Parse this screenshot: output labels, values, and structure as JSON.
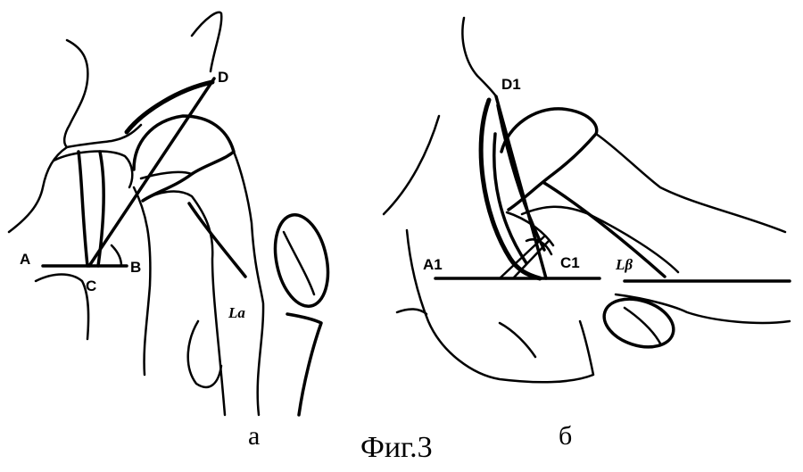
{
  "figure": {
    "caption": "Фиг.3",
    "panel_a": {
      "label": "а",
      "points": {
        "A": "A",
        "B": "B",
        "C": "C",
        "D": "D"
      },
      "line_label": "La"
    },
    "panel_b": {
      "label": "б",
      "points": {
        "A1": "A1",
        "C1": "C1",
        "D1": "D1"
      },
      "line_label": "Lβ"
    }
  }
}
